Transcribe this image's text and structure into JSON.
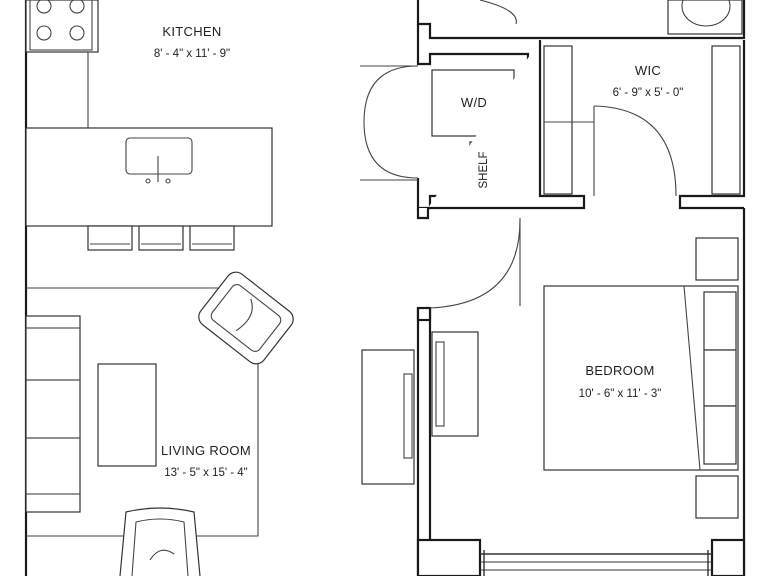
{
  "rooms": {
    "kitchen": {
      "name": "KITCHEN",
      "dims": "8' - 4\" x 11' - 9\""
    },
    "wic": {
      "name": "WIC",
      "dims": "6' - 9\" x 5' - 0\""
    },
    "wd": {
      "name": "W/D"
    },
    "shelf": {
      "name": "SHELF"
    },
    "bedroom": {
      "name": "BEDROOM",
      "dims": "10' - 6\" x 11' - 3\""
    },
    "living": {
      "name": "LIVING ROOM",
      "dims": "13' - 5\" x 15' - 4\""
    }
  }
}
